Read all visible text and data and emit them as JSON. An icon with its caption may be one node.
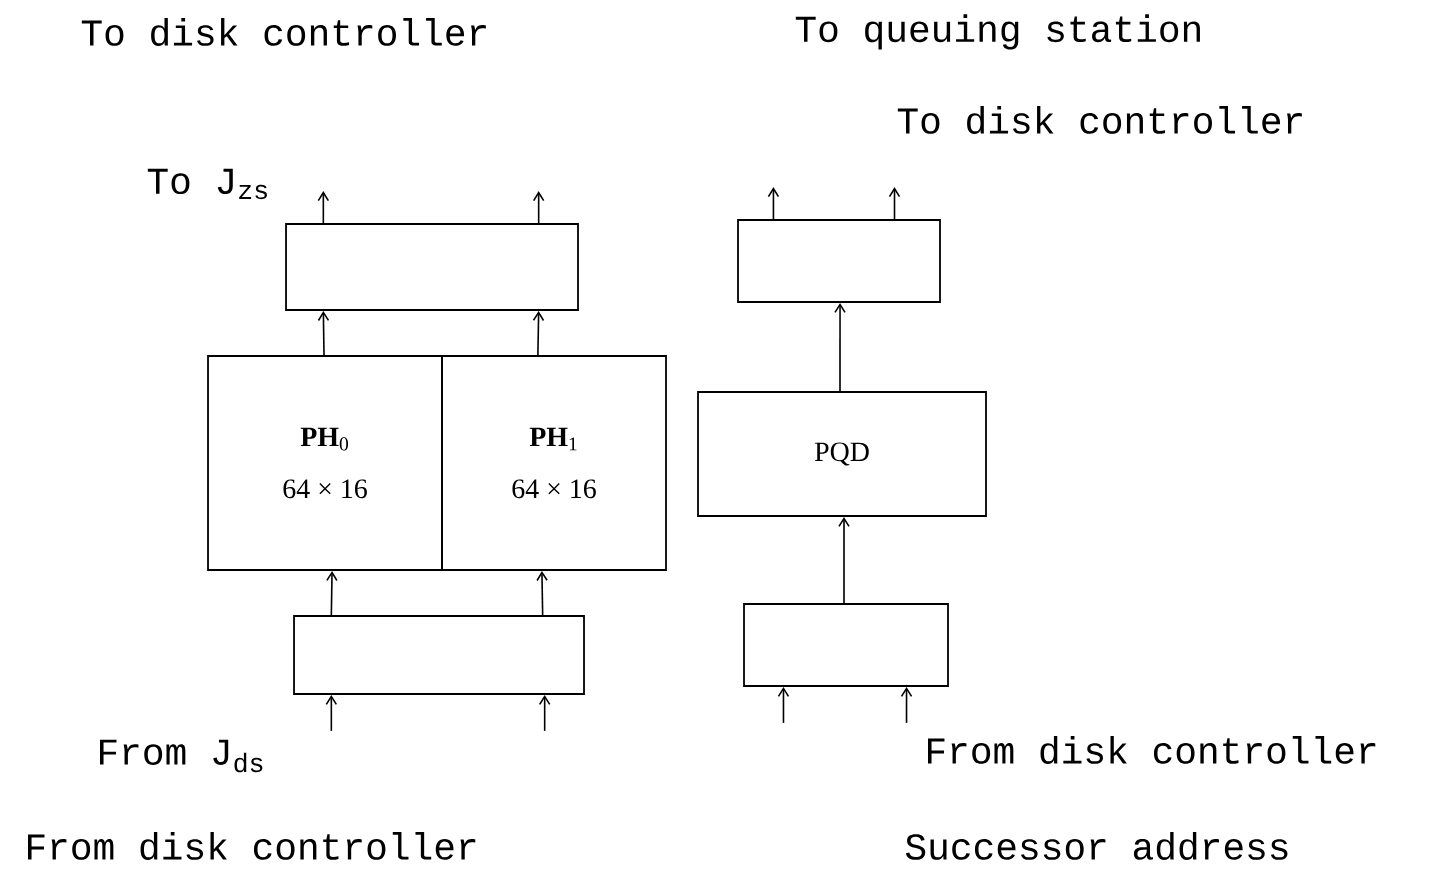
{
  "diagram": {
    "nodes": [
      {
        "text": [],
        "shape": "box"
      },
      {
        "text": [
          "**PH**$_{0}$",
          "64 × 16"
        ]
      },
      {
        "text": [
          "**PH**$_{1}$",
          "64 × 16"
        ]
      },
      {
        "text": [],
        "shape": "box"
      },
      {
        "text": [],
        "shape": "box"
      },
      {
        "text": [
          "PQD"
        ]
      },
      {
        "text": [],
        "shape": "box"
      }
    ],
    "edges": [
      {
        "from": 0,
        "to": null,
        "arrow": "to"
      },
      {
        "from": 0,
        "to": null,
        "arrow": "to"
      },
      {
        "from": 1,
        "to": 0,
        "arrow": "to"
      },
      {
        "from": 2,
        "to": 0,
        "arrow": "to"
      },
      {
        "from": 3,
        "to": 1,
        "arrow": "to"
      },
      {
        "from": 3,
        "to": 2,
        "arrow": "to"
      },
      {
        "from": null,
        "to": 3,
        "arrow": "to"
      },
      {
        "from": null,
        "to": 3,
        "arrow": "to"
      },
      {
        "from": 4,
        "to": null,
        "arrow": "to"
      },
      {
        "from": 4,
        "to": null,
        "arrow": "to"
      },
      {
        "from": 5,
        "to": 4,
        "arrow": "to"
      },
      {
        "from": 6,
        "to": 5,
        "arrow": "to"
      },
      {
        "from": null,
        "to": 6,
        "arrow": "to"
      },
      {
        "from": null,
        "to": 6,
        "arrow": "to"
      }
    ],
    "labels": [
      "To disk controller",
      "To queuing station",
      "To disk controller",
      "To J$_{zs}$",
      "From disk controller",
      "From J$_{ds}$",
      "From disk controller",
      "Successor address"
    ]
  }
}
